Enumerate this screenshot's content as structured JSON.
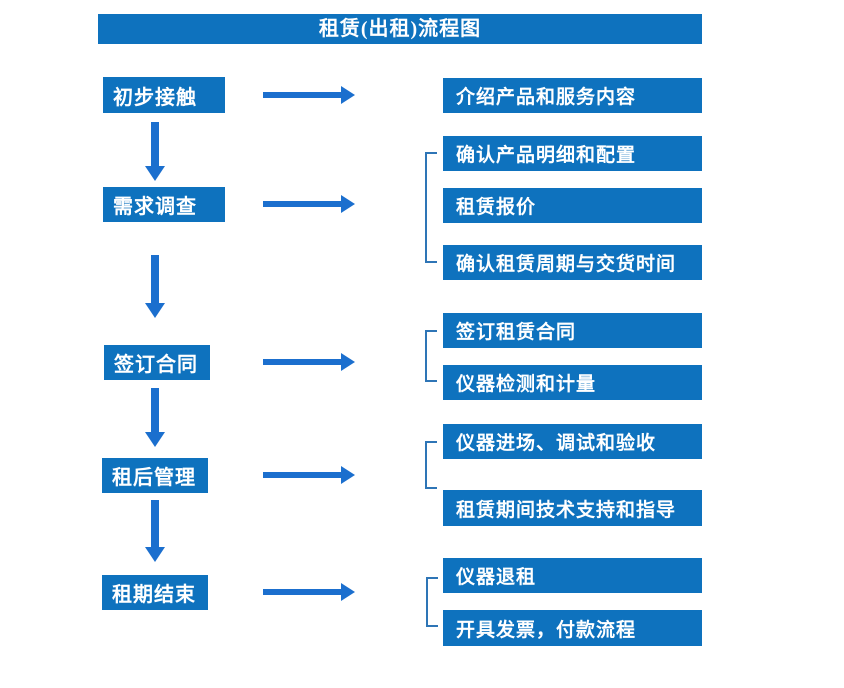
{
  "title": "租赁(出租)流程图",
  "colors": {
    "box": "#0E72BE",
    "arrow": "#1B6FCE",
    "bracket": "#2E75B6",
    "text": "#FFFFFF",
    "background": "#FFFFFF"
  },
  "flow": {
    "steps": [
      {
        "label": "初步接触",
        "details": [
          "介绍产品和服务内容"
        ]
      },
      {
        "label": "需求调查",
        "details": [
          "确认产品明细和配置",
          "租赁报价",
          "确认租赁周期与交货时间"
        ]
      },
      {
        "label": "签订合同",
        "details": [
          "签订租赁合同",
          "仪器检测和计量"
        ]
      },
      {
        "label": "租后管理",
        "details": [
          "仪器进场、调试和验收",
          "租赁期间技术支持和指导"
        ]
      },
      {
        "label": "租期结束",
        "details": [
          "仪器退租",
          "开具发票，付款流程"
        ]
      }
    ]
  }
}
